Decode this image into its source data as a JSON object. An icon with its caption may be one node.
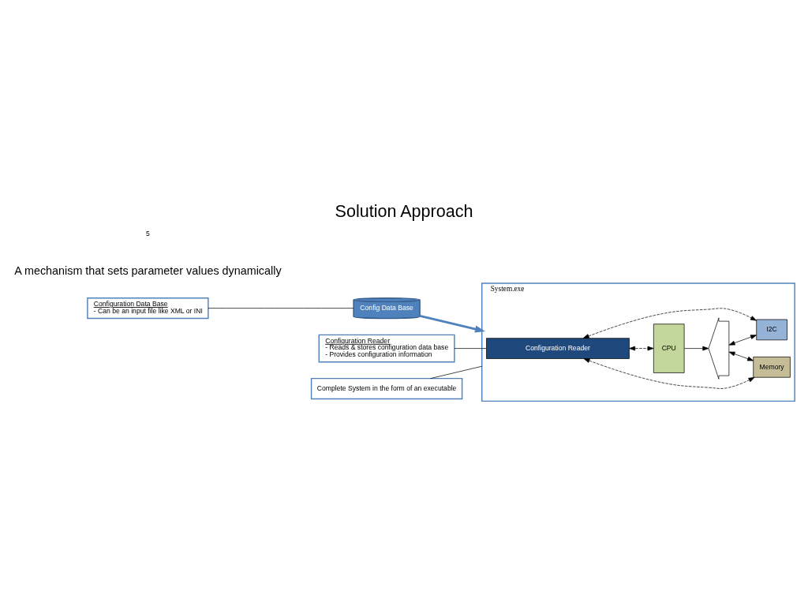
{
  "diagram": {
    "title": "Solution Approach",
    "nodes": [
      {
        "text": [
          "Configuration Data Base",
          "- Can be an input file like XML or INI"
        ]
      },
      {
        "text": [
          "Configuration Reader",
          "- Reads & stores configuration data base",
          "- Provides configuration information"
        ]
      },
      {
        "text": [
          "Complete System in the form of an executable"
        ]
      },
      {
        "text": [
          "Config Data Base"
        ]
      },
      {
        "text": [
          "System.exe"
        ]
      },
      {
        "text": [
          "Configuration Reader"
        ],
        "in": 4
      },
      {
        "text": [
          "CPU"
        ],
        "in": 4
      },
      {
        "text": [],
        "shape": "double-arrow",
        "in": 4
      },
      {
        "text": [
          "Memory"
        ],
        "in": 4
      },
      {
        "text": [
          "I2C"
        ],
        "in": 4
      }
    ],
    "edges": [
      {
        "from": 0,
        "to": 3,
        "arrow": "none"
      },
      {
        "from": 1,
        "to": 5,
        "arrow": "none"
      },
      {
        "from": 2,
        "to": 4,
        "arrow": "none"
      },
      {
        "from": 3,
        "to": 4,
        "arrow": "to",
        "style": "thick",
        "color": "#4f81bd"
      },
      {
        "from": 5,
        "to": 6,
        "arrow": "both",
        "style": "dashed"
      },
      {
        "from": 5,
        "to": 8,
        "arrow": "both",
        "style": "dashed"
      },
      {
        "from": 5,
        "to": 9,
        "arrow": "both",
        "style": "dashed"
      },
      {
        "from": 6,
        "to": 7,
        "arrow": "to"
      },
      {
        "from": 7,
        "to": 8,
        "arrow": "both"
      },
      {
        "from": 7,
        "to": 9,
        "arrow": "both"
      }
    ],
    "labels": [
      "A mechanism that sets parameter values dynamically",
      "5"
    ]
  }
}
